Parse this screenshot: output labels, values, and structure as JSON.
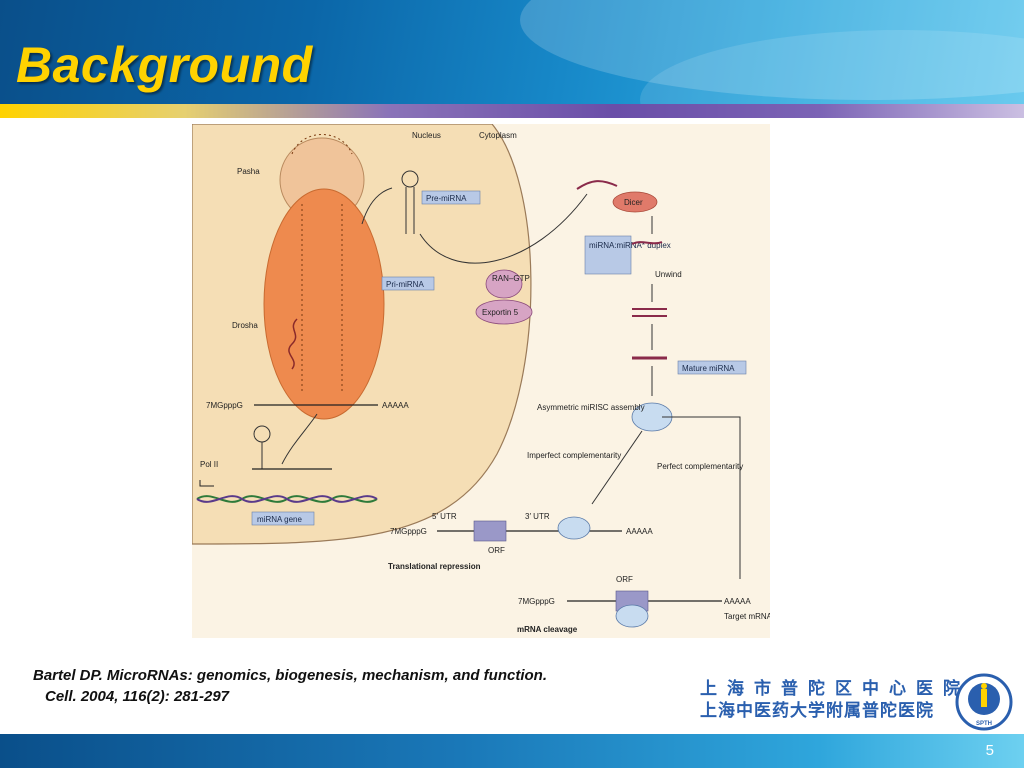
{
  "slide": {
    "title": "Background",
    "page_number": "5"
  },
  "colors": {
    "title_yellow": "#ffd200",
    "header_blue": "#0b66a8",
    "hospital_blue": "#2a5fae",
    "nucleus_fill": "#f5deb5",
    "cytoplasm_fill": "#fbf3e4",
    "drosha_orange": "#ee8a4e",
    "label_box": "#b8c9e6"
  },
  "citation": {
    "line1": "Bartel DP. MicroRNAs: genomics, biogenesis, mechanism, and function.",
    "line2": "Cell. 2004, 116(2): 281-297"
  },
  "hospital": {
    "name_line1": "上海市普陀区中心医院",
    "name_line2": "上海中医药大学附属普陀医院",
    "logo_text": "SPTH"
  },
  "diagram": {
    "compartments": {
      "nucleus": "Nucleus",
      "cytoplasm": "Cytoplasm"
    },
    "proteins": {
      "pasha": "Pasha",
      "drosha": "Drosha",
      "pol2": "Pol II",
      "dicer": "Dicer",
      "ran_gtp": "RAN–GTP",
      "exportin": "Exportin 5"
    },
    "boxes": {
      "pri_mirna": "Pri-miRNA",
      "pre_mirna": "Pre-miRNA",
      "duplex": "miRNA:miRNA* duplex",
      "mature": "Mature miRNA",
      "mirna_gene": "miRNA gene"
    },
    "labels": {
      "cap": "7MGpppG",
      "polya": "AAAAA",
      "unwind": "Unwind",
      "risc": "Asymmetric miRISC assembly",
      "imperfect": "Imperfect complementarity",
      "perfect": "Perfect complementarity",
      "utr5": "5′ UTR",
      "utr3": "3′ UTR",
      "orf": "ORF",
      "translational_repression": "Translational repression",
      "mrna_cleavage": "mRNA cleavage",
      "target_mrna": "Target mRNA"
    }
  }
}
